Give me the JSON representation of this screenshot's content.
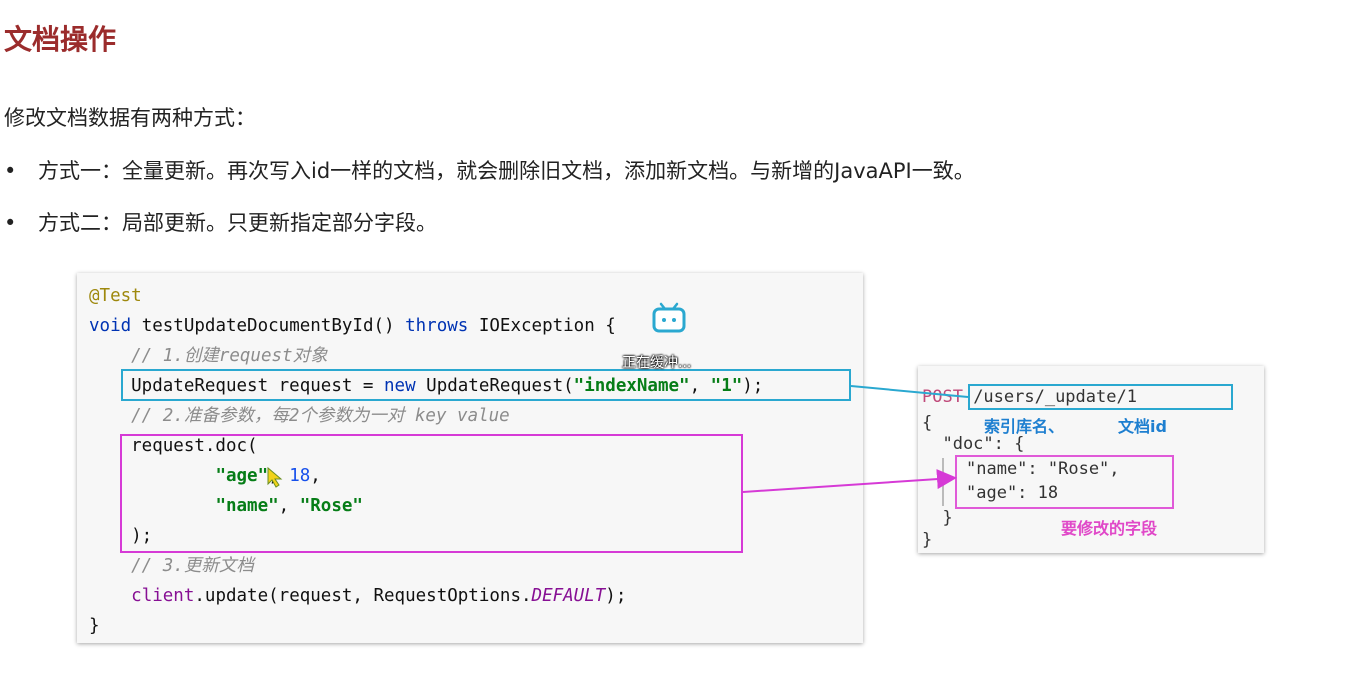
{
  "page": {
    "title": "文档操作",
    "intro": "修改文档数据有两种方式：",
    "bullets": [
      "方式一：全量更新。再次写入id一样的文档，就会删除旧文档，添加新文档。与新增的JavaAPI一致。",
      "方式二：局部更新。只更新指定部分字段。"
    ],
    "bullet_symbol": "•"
  },
  "code": {
    "l1": "@Test",
    "l2_kw1": "void",
    "l2_method": " testUpdateDocumentById() ",
    "l2_kw2": "throws",
    "l2_rest": " IOException {",
    "l3": "    // 1.创建request对象",
    "l4_a": "    UpdateRequest request = ",
    "l4_kw": "new",
    "l4_b": " UpdateRequest(",
    "l4_s1": "\"indexName\"",
    "l4_c": ", ",
    "l4_s2": "\"1\"",
    "l4_d": ");",
    "l5": "    // 2.准备参数，每2个参数为一对 key value",
    "l6": "    request.doc(",
    "l7_indent": "            ",
    "l7_str": "\"age\"",
    "l7_sep": ", ",
    "l7_num": "18",
    "l7_end": ",",
    "l8_indent": "            ",
    "l8_s1": "\"name\"",
    "l8_sep": ", ",
    "l8_s2": "\"Rose\"",
    "l9": "    );",
    "l10": "    // 3.更新文档",
    "l11_indent": "    ",
    "l11_field": "client",
    "l11_a": ".update(request, RequestOptions.",
    "l11_const": "DEFAULT",
    "l11_b": ");",
    "l12": "}"
  },
  "json_panel": {
    "method": "POST",
    "url": " /users/_update/1",
    "open_brace": "{",
    "doc_line": "  \"doc\": {",
    "name_line": "\"name\": \"Rose\",",
    "age_line": "\"age\": 18",
    "inner_close": "  }",
    "close_brace": "}",
    "label_index": "索引库名、",
    "label_docid": "文档id",
    "label_fields": "要修改的字段"
  },
  "overlay": {
    "buffering_text": "正在缓冲..."
  },
  "colors": {
    "title": "#9b2c2c",
    "highlight_blue": "#2aa8d0",
    "highlight_pink": "#d63ad6",
    "label_blue": "#1e7fd0",
    "label_pink": "#e048c8"
  }
}
